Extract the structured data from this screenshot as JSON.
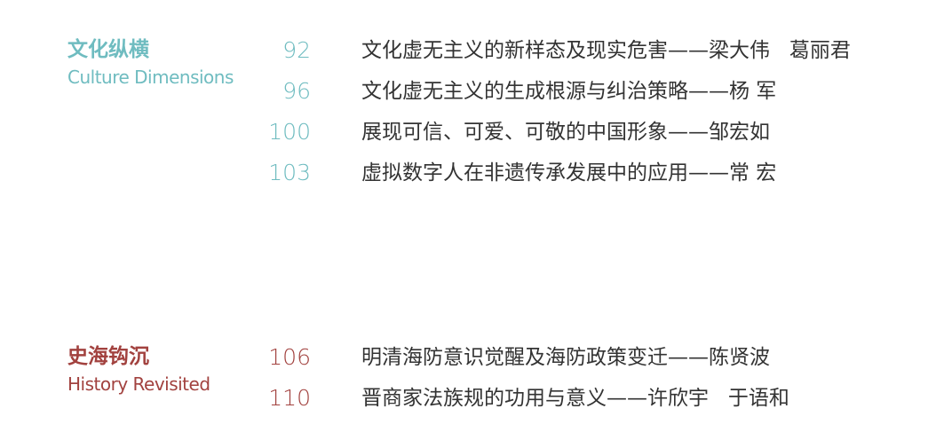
{
  "sections": [
    {
      "title_cn": "文化纵横",
      "title_en": "Culture Dimensions",
      "entries": [
        {
          "page": "92",
          "title": "文化虚无主义的新样态及现实危害——梁大伟   葛丽君"
        },
        {
          "page": "96",
          "title": "文化虚无主义的生成根源与纠治策略——杨 军"
        },
        {
          "page": "100",
          "title": "展现可信、可爱、可敬的中国形象——邹宏如"
        },
        {
          "page": "103",
          "title": "虚拟数字人在非遗传承发展中的应用——常 宏"
        }
      ]
    },
    {
      "title_cn": "史海钩沉",
      "title_en": "History Revisited",
      "entries": [
        {
          "page": "106",
          "title": "明清海防意识觉醒及海防政策变迁——陈贤波"
        },
        {
          "page": "110",
          "title": "晋商家法族规的功用与意义——许欣宇   于语和"
        }
      ]
    }
  ],
  "colors": {
    "culture": "#6fbcc0",
    "history": "#a2423f",
    "text": "#333333"
  }
}
